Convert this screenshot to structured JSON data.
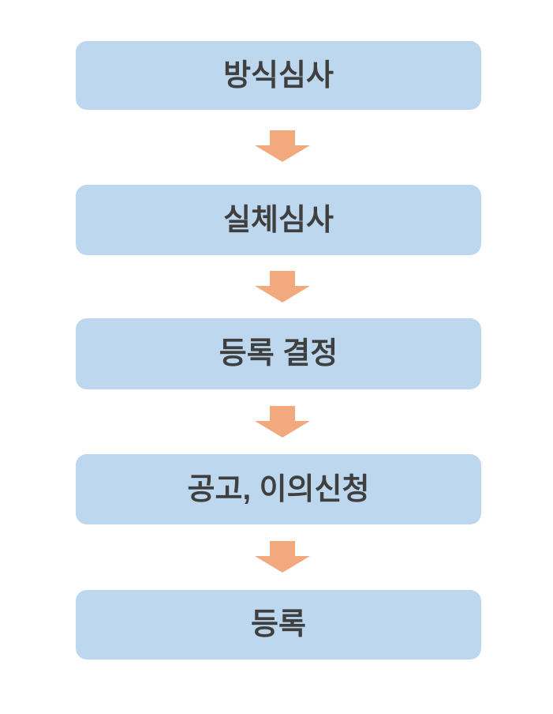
{
  "flowchart": {
    "description": "Vertical process flow diagram of trademark/patent registration steps",
    "steps": [
      {
        "label": "방식심사"
      },
      {
        "label": "실체심사"
      },
      {
        "label": "등록 결정"
      },
      {
        "label": "공고, 이의신청"
      },
      {
        "label": "등록"
      }
    ],
    "connector": "down-block-arrow",
    "colors": {
      "box_fill": "#BDD7EE",
      "arrow_fill": "#F2A97E",
      "text": "#3F3F3F",
      "background": "#FFFFFF"
    }
  }
}
